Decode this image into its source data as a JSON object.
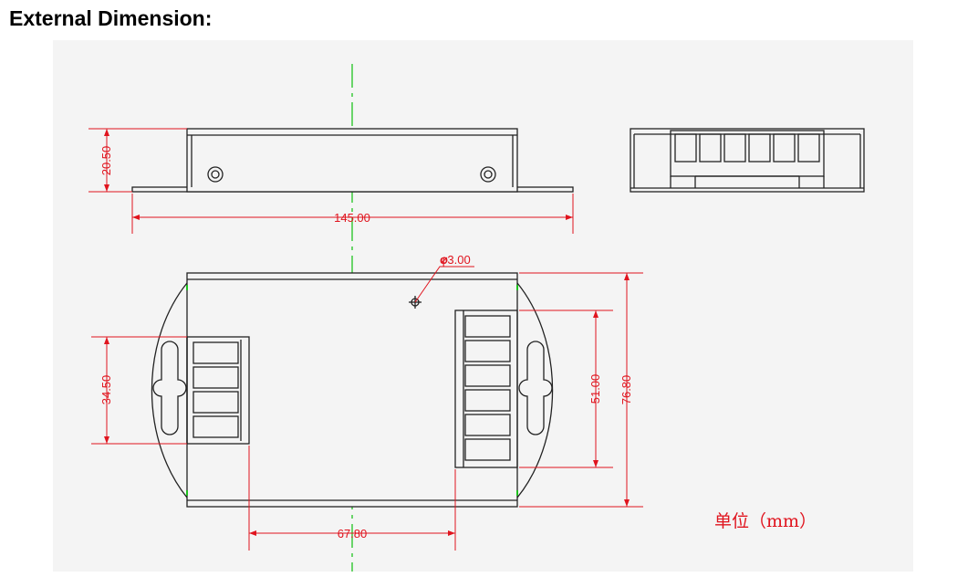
{
  "heading": "External Dimension:",
  "dimensions": {
    "height": "20.50",
    "length": "145.00",
    "hole_diameter": "φ3.00",
    "left_terminal_width": "34.50",
    "right_terminal_width": "51.00",
    "overall_width": "76.80",
    "mount_spacing": "67.80"
  },
  "unit_label": "单位（mm）",
  "colors": {
    "dimension": "#e0141e",
    "outline": "#222222",
    "centerline": "#1fc21f",
    "paper": "#f4f4f4"
  }
}
